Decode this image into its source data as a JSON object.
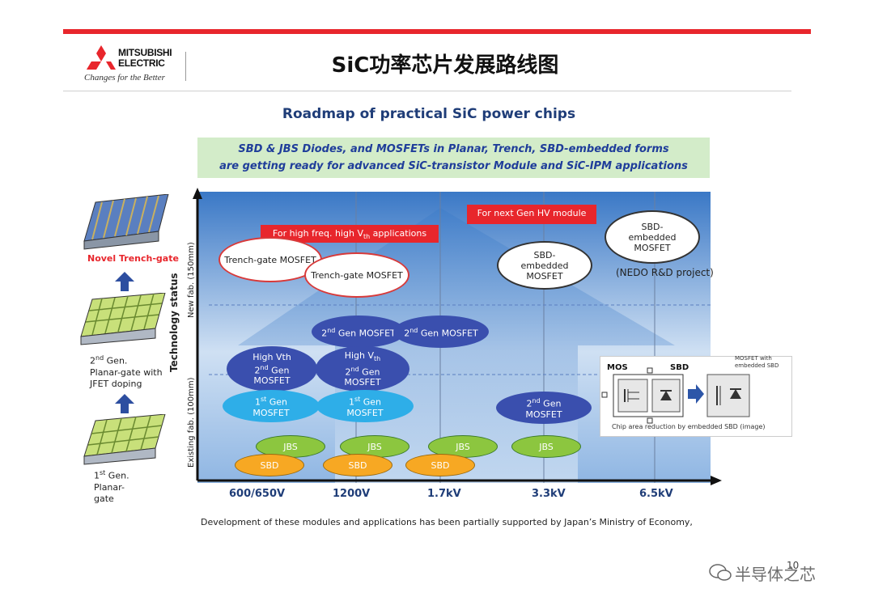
{
  "header": {
    "brand_line1": "MITSUBISHI",
    "brand_line2": "ELECTRIC",
    "tagline": "Changes for the Better",
    "title": "SiC功率芯片发展路线图"
  },
  "colors": {
    "accent_red": "#e8262c",
    "navy": "#1f3d78",
    "chart_blue": "#3f7dc9"
  },
  "subtitle": "Roadmap of practical SiC power chips",
  "banner": {
    "line1": "SBD & JBS Diodes,  and MOSFETs in Planar, Trench, SBD-embedded forms",
    "line2": "are getting ready for advanced SiC-transistor Module and SiC-IPM applications"
  },
  "chart": {
    "ylabel": "Technology status",
    "y_levels": [
      "Existing fab. (100mm)",
      "New fab. (150mm)"
    ],
    "x_categories": [
      "600/650V",
      "1200V",
      "1.7kV",
      "3.3kV",
      "6.5kV"
    ],
    "callouts": {
      "highfreq_prefix": "For high freq. high V",
      "highfreq_sub": "th",
      "highfreq_suffix": " applications",
      "next_gen": "For next Gen HV module"
    },
    "nedo": "(NEDO R&D project)"
  },
  "nodes": {
    "trench1": "Trench-gate MOSFET",
    "trench2": "Trench-gate MOSFET",
    "sbd_emb_33": "SBD-embedded MOSFET",
    "sbd_emb_65": "SBD-embedded MOSFET",
    "g2_1200_pre": "2",
    "g2_1200_sup": "nd",
    "g2_1200_post": " Gen MOSFET",
    "g2_17_pre": "2",
    "g2_17_sup": "nd",
    "g2_17_post": " Gen MOSFET",
    "hv600_a": "High Vth",
    "hv600_b": "2",
    "hv600_bsup": "nd",
    "hv600_c": " Gen",
    "hv600_d": "MOSFET",
    "hv1200_a": "High V",
    "hv1200_asub": "th",
    "hv1200_b": "2",
    "hv1200_bsup": "nd",
    "hv1200_c": " Gen",
    "hv1200_d": "MOSFET",
    "g1_600_a": "1",
    "g1_600_sup": "st",
    "g1_600_b": " Gen",
    "g1_600_c": "MOSFET",
    "g1_1200_a": "1",
    "g1_1200_sup": "st",
    "g1_1200_b": " Gen",
    "g1_1200_c": "MOSFET",
    "g2_33_a": "2",
    "g2_33_sup": "nd",
    "g2_33_b": " Gen",
    "g2_33_c": "MOSFET",
    "jbs": "JBS",
    "sbd": "SBD"
  },
  "left_panel": {
    "novel": "Novel Trench-gate",
    "gen2_a": "2",
    "gen2_sup": "nd",
    "gen2_b": " Gen.",
    "gen2_c": "Planar-gate with",
    "gen2_d": "JFET doping",
    "gen1_a": "1",
    "gen1_sup": "st",
    "gen1_b": " Gen.",
    "gen1_c": "Planar-",
    "gen1_d": "gate"
  },
  "inset": {
    "mos": "MOS",
    "sbd": "SBD",
    "mosfet_with": "MOSFET with",
    "embedded_sbd": "embedded SBD",
    "caption": "Chip area reduction by embedded SBD (image)"
  },
  "footnote": "Development of these modules and applications has been partially supported by Japan’s Ministry of Economy,",
  "page_number": "10",
  "watermark": "半导体之芯"
}
